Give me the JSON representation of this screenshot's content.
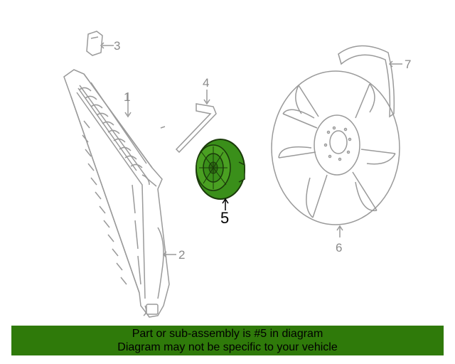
{
  "callouts": {
    "c1": "1",
    "c2": "2",
    "c3": "3",
    "c4": "4",
    "c5": "5",
    "c6": "6",
    "c7": "7"
  },
  "banner": {
    "line1": "Part or sub-assembly is #5 in diagram",
    "line2": "Diagram may not be specific to your vehicle"
  },
  "colors": {
    "highlight_part": "#3a8f1a",
    "banner_bg": "#2f7a0a",
    "line_art": "#9a9a9a"
  }
}
